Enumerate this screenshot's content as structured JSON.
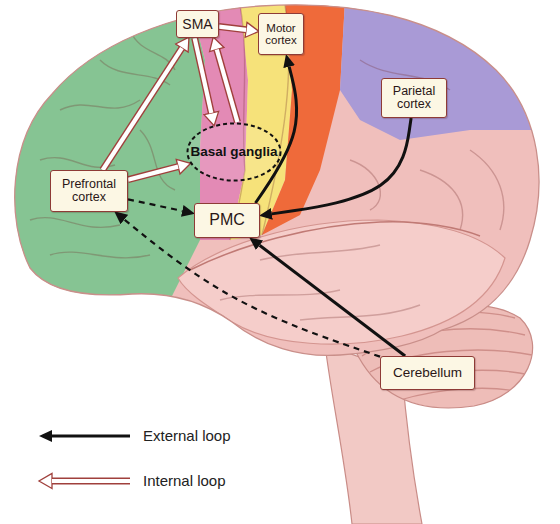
{
  "diagram": {
    "nodes": [
      {
        "text": [
          "SMA"
        ]
      },
      {
        "text": [
          "Motor cortex"
        ]
      },
      {
        "text": [
          "Parietal cortex"
        ]
      },
      {
        "text": [
          "Basal ganglia"
        ]
      },
      {
        "text": [
          "Prefrontal cortex"
        ]
      },
      {
        "text": [
          "PMC"
        ]
      },
      {
        "text": [
          "Cerebellum"
        ]
      }
    ],
    "edges": [
      {
        "from": 4,
        "to": 0,
        "arrow": "to"
      },
      {
        "from": 4,
        "to": 3,
        "arrow": "to"
      },
      {
        "from": 0,
        "to": 1,
        "arrow": "to"
      },
      {
        "from": 0,
        "to": 3,
        "arrow": "to"
      },
      {
        "from": 3,
        "to": 0,
        "arrow": "to"
      },
      {
        "from": 4,
        "to": 5,
        "arrow": "to"
      },
      {
        "from": 5,
        "to": 1,
        "arrow": "to"
      },
      {
        "from": 2,
        "to": 5,
        "arrow": "to"
      },
      {
        "from": 6,
        "to": 5,
        "arrow": "to"
      },
      {
        "from": 6,
        "to": 4,
        "arrow": "to"
      }
    ],
    "legend": [
      {
        "text": "External loop"
      },
      {
        "text": "Internal loop"
      }
    ]
  }
}
